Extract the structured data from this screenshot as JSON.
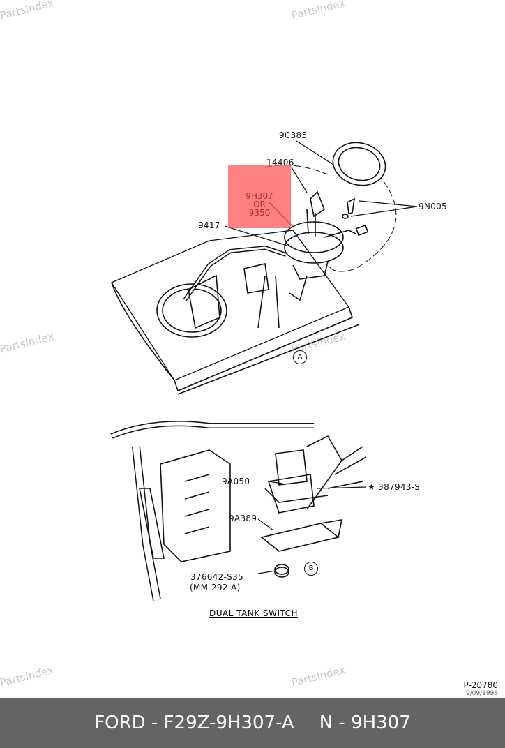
{
  "watermarks": [
    "PartsIndex",
    "PartsIndex",
    "PartsIndex",
    "PartsIndex",
    "PartsIndex",
    "PartsIndex"
  ],
  "labels": {
    "l9c385": "9C385",
    "l14406": "14406",
    "l9n005": "9N005",
    "l9417": "9417",
    "highlight": [
      "9H307",
      "OR",
      "9350"
    ],
    "callout_a": "A",
    "l9a050": "9A050",
    "l387943": "★ 387943-S",
    "l9a389": "9A389",
    "l376642": "376642-S35",
    "lmm": "(MM-292-A)",
    "callout_b": "B",
    "caption": "DUAL TANK SWITCH"
  },
  "page_id": "P-20780",
  "page_date": "9/09/1998",
  "footer": {
    "part": "FORD - F29Z-9H307-A",
    "number": "N - 9H307"
  },
  "colors": {
    "highlight": "#ff5050",
    "footer_bg": "#646464"
  }
}
